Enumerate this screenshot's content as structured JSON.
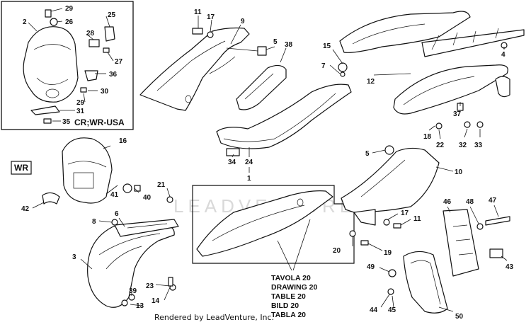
{
  "callouts": [
    "29",
    "26",
    "2",
    "25",
    "28",
    "27",
    "36",
    "30",
    "29",
    "31",
    "35",
    "11",
    "17",
    "9",
    "5",
    "38",
    "15",
    "7",
    "12",
    "4",
    "34",
    "24",
    "1",
    "18",
    "22",
    "37",
    "32",
    "33",
    "16",
    "5",
    "10",
    "21",
    "41",
    "40",
    "42",
    "8",
    "6",
    "3",
    "17",
    "11",
    "20",
    "19",
    "47",
    "48",
    "46",
    "49",
    "43",
    "23",
    "39",
    "13",
    "14",
    "44",
    "45",
    "50"
  ],
  "region_labels": {
    "cr_wr_usa": "CR;WR-USA",
    "wr": "WR"
  },
  "table_caption": [
    "TAVOLA 20",
    "DRAWING 20",
    "TABLE 20",
    "BILD 20",
    "TABLA 20"
  ],
  "credit": "Rendered by LeadVenture, Inc.",
  "watermark": "LEADVENTURE"
}
